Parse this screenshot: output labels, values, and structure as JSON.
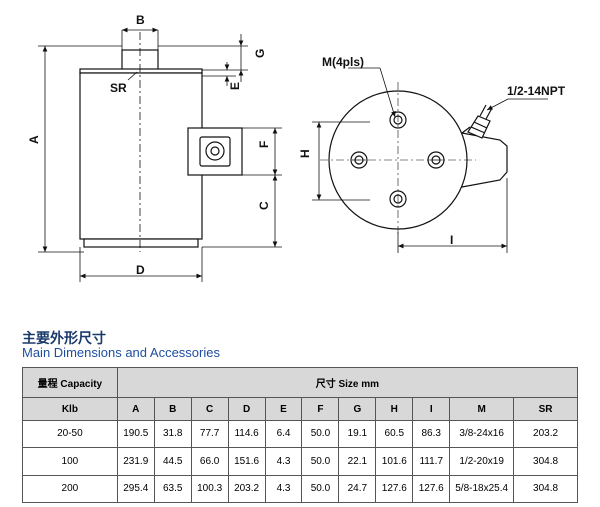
{
  "drawing": {
    "labels": {
      "B": "B",
      "G": "G",
      "SR": "SR",
      "E": "E",
      "A": "A",
      "F": "F",
      "C": "C",
      "D": "D",
      "M": "M(4pls)",
      "NPT": "1/2-14NPT",
      "H": "H",
      "I": "I"
    }
  },
  "heading": {
    "cn": "主要外形尺寸",
    "en": "Main Dimensions and Accessories"
  },
  "table": {
    "capacity_header": "量程 Capacity",
    "size_header": "尺寸 Size mm",
    "unit_header": "Klb",
    "columns": [
      "A",
      "B",
      "C",
      "D",
      "E",
      "F",
      "G",
      "H",
      "I",
      "M",
      "SR"
    ],
    "rows": [
      {
        "cap": "20-50",
        "cells": [
          "190.5",
          "31.8",
          "77.7",
          "114.6",
          "6.4",
          "50.0",
          "19.1",
          "60.5",
          "86.3",
          "3/8-24x16",
          "203.2"
        ]
      },
      {
        "cap": "100",
        "cells": [
          "231.9",
          "44.5",
          "66.0",
          "151.6",
          "4.3",
          "50.0",
          "22.1",
          "101.6",
          "111.7",
          "1/2-20x19",
          "304.8"
        ]
      },
      {
        "cap": "200",
        "cells": [
          "295.4",
          "63.5",
          "100.3",
          "203.2",
          "4.3",
          "50.0",
          "24.7",
          "127.6",
          "127.6",
          "5/8-18x25.4",
          "304.8"
        ]
      }
    ]
  }
}
